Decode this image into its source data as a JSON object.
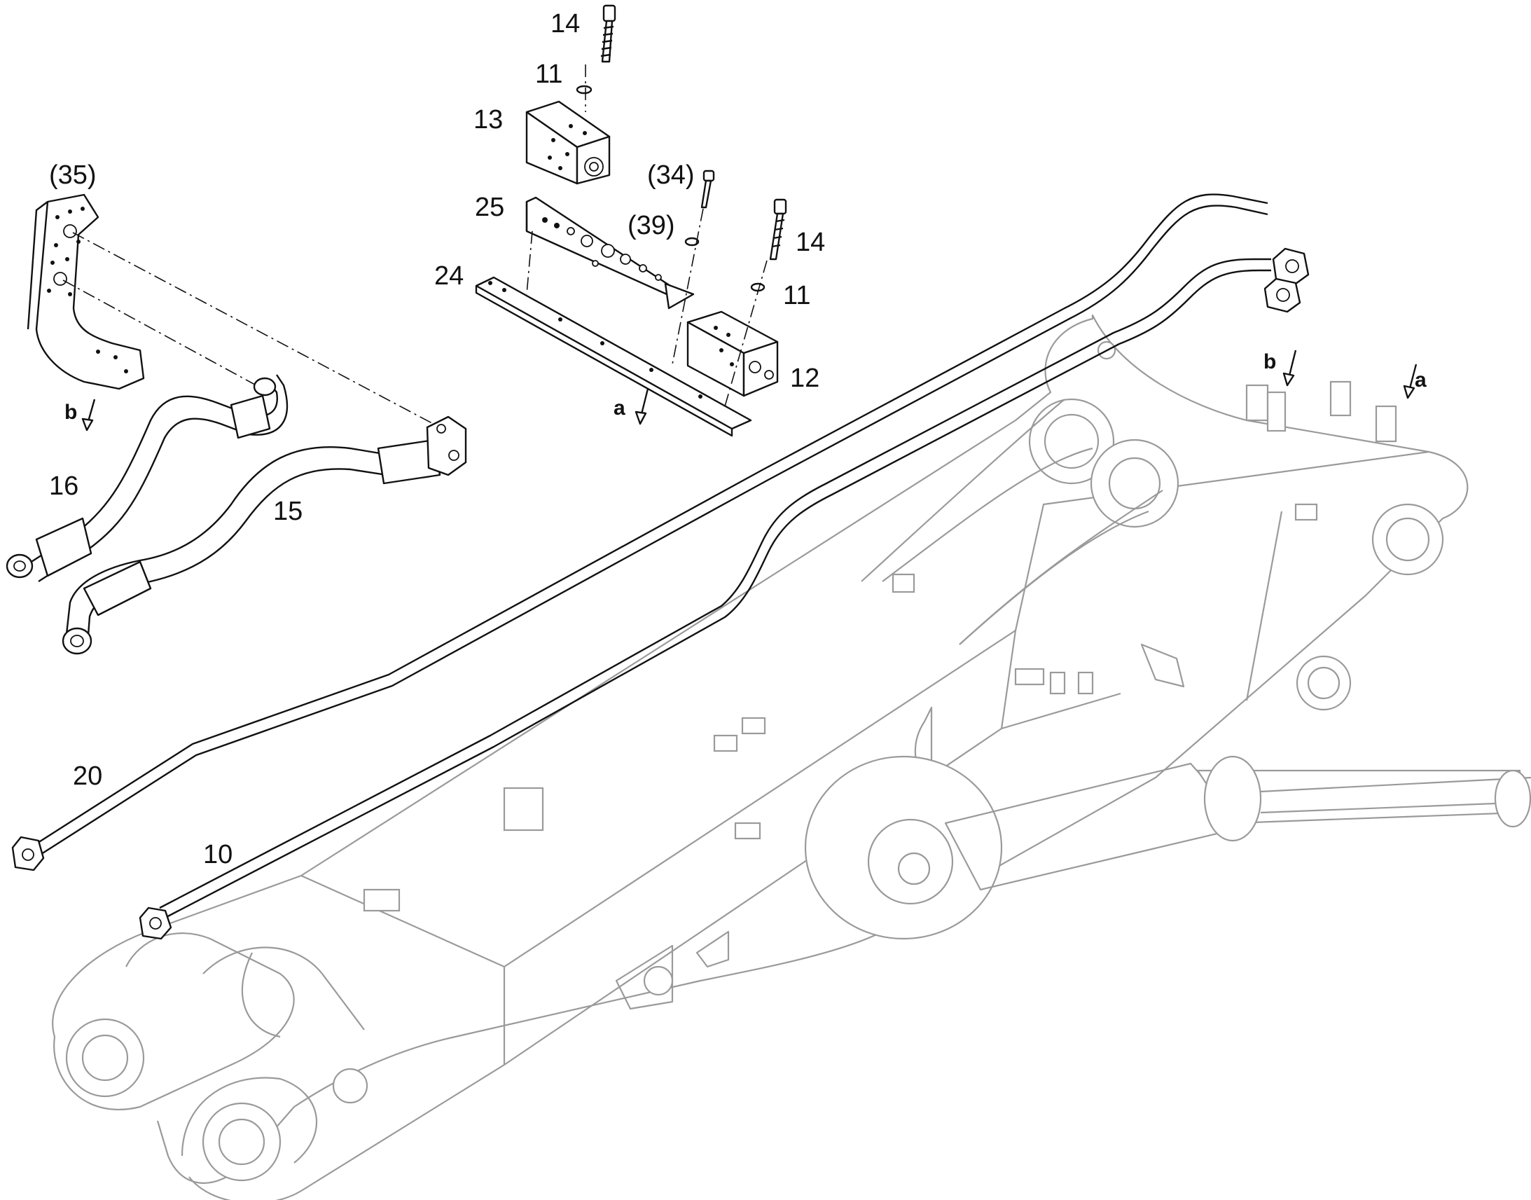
{
  "diagram": {
    "callouts": [
      {
        "id": "c14a",
        "text": "14"
      },
      {
        "id": "c11a",
        "text": "11"
      },
      {
        "id": "c13",
        "text": "13"
      },
      {
        "id": "c35",
        "text": "(35)"
      },
      {
        "id": "c34",
        "text": "(34)"
      },
      {
        "id": "c25",
        "text": "25"
      },
      {
        "id": "c39",
        "text": "(39)"
      },
      {
        "id": "c14b",
        "text": "14"
      },
      {
        "id": "c24",
        "text": "24"
      },
      {
        "id": "c11b",
        "text": "11"
      },
      {
        "id": "c12",
        "text": "12"
      },
      {
        "id": "c16",
        "text": "16"
      },
      {
        "id": "c15",
        "text": "15"
      },
      {
        "id": "c20",
        "text": "20"
      },
      {
        "id": "c10",
        "text": "10"
      }
    ],
    "connection_marks": [
      {
        "id": "b_left",
        "text": "b"
      },
      {
        "id": "a_mid",
        "text": "a"
      },
      {
        "id": "b_right",
        "text": "b"
      },
      {
        "id": "a_right",
        "text": "a"
      }
    ]
  }
}
